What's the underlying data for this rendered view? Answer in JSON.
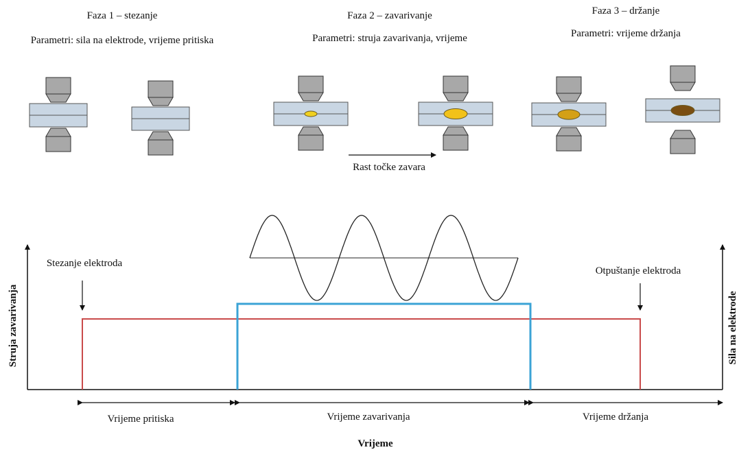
{
  "phases": [
    {
      "title": "Faza 1 – stezanje",
      "params": "Parametri: sila na elektrode, vrijeme pritiska"
    },
    {
      "title": "Faza 2 – zavarivanje",
      "params": "Parametri: struja zavarivanja, vrijeme"
    },
    {
      "title": "Faza 3 – držanje",
      "params": "Parametri: vrijeme držanja"
    }
  ],
  "nugget_growth_label": "Rast točke zavara",
  "annotations": {
    "clamp": "Stezanje elektroda",
    "release": "Otpuštanje elektroda"
  },
  "axes": {
    "left": "Struja zavarivanja",
    "right": "Sila na elektrode",
    "bottom": "Vrijeme"
  },
  "intervals": [
    "Vrijeme pritiska",
    "Vrijeme zavarivanja",
    "Vrijeme držanja"
  ],
  "colors": {
    "force_line": "#c94a4a",
    "current_line": "#3ba3d6",
    "plate_fill": "#c9d6e3",
    "electrode_fill": "#a8a8a8",
    "nugget_colors": [
      "#f0d020",
      "#f2c21a",
      "#d4a017",
      "#7a4e12"
    ]
  }
}
